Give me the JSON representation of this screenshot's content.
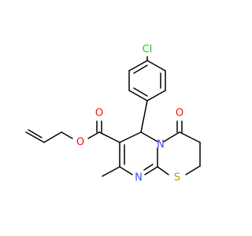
{
  "molecule": {
    "atoms": [
      {
        "id": "Cl",
        "label": "Cl",
        "color": "#1fd01f"
      },
      {
        "id": "O_ester",
        "label": "O",
        "color": "#ff0d0d"
      },
      {
        "id": "O_carbonyl",
        "label": "O",
        "color": "#ff0d0d"
      },
      {
        "id": "O_ketone",
        "label": "O",
        "color": "#ff0d0d"
      },
      {
        "id": "N_ring",
        "label": "N",
        "color": "#3050f8"
      },
      {
        "id": "N_imine",
        "label": "N",
        "color": "#3050f8"
      },
      {
        "id": "S",
        "label": "S",
        "color": "#b8a300"
      }
    ],
    "bond_color": "#000000",
    "background": "#ffffff"
  }
}
